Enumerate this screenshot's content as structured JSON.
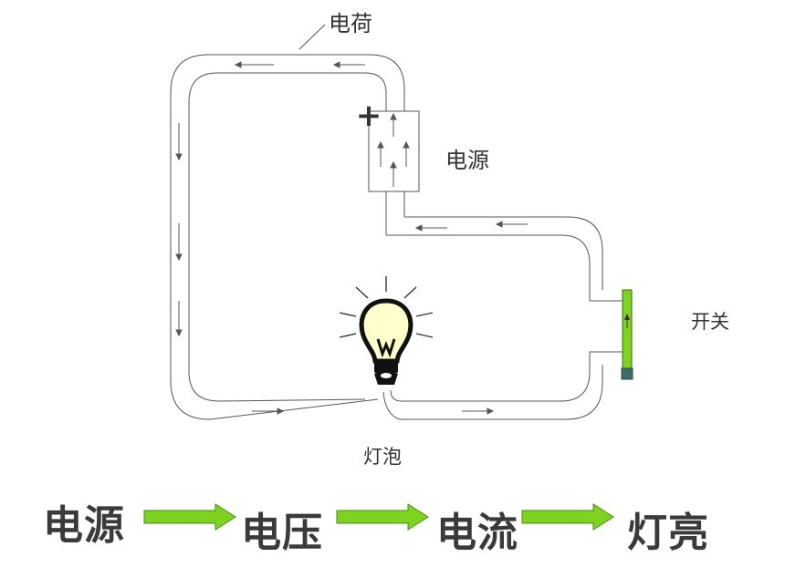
{
  "labels": {
    "charge": "电荷",
    "power_source": "电源",
    "switch": "开关",
    "bulb": "灯泡",
    "plus_sign": "+"
  },
  "flow": {
    "steps": [
      "电源",
      "电压",
      "电流",
      "灯亮"
    ],
    "arrow_color": "#7ed321",
    "arrow_outline": "#4a8a12"
  },
  "colors": {
    "wire": "#555555",
    "switch_fill": "#7ed321",
    "switch_base": "#3d6b6b",
    "bulb_glass": "#ffffcc",
    "text": "#333333"
  }
}
